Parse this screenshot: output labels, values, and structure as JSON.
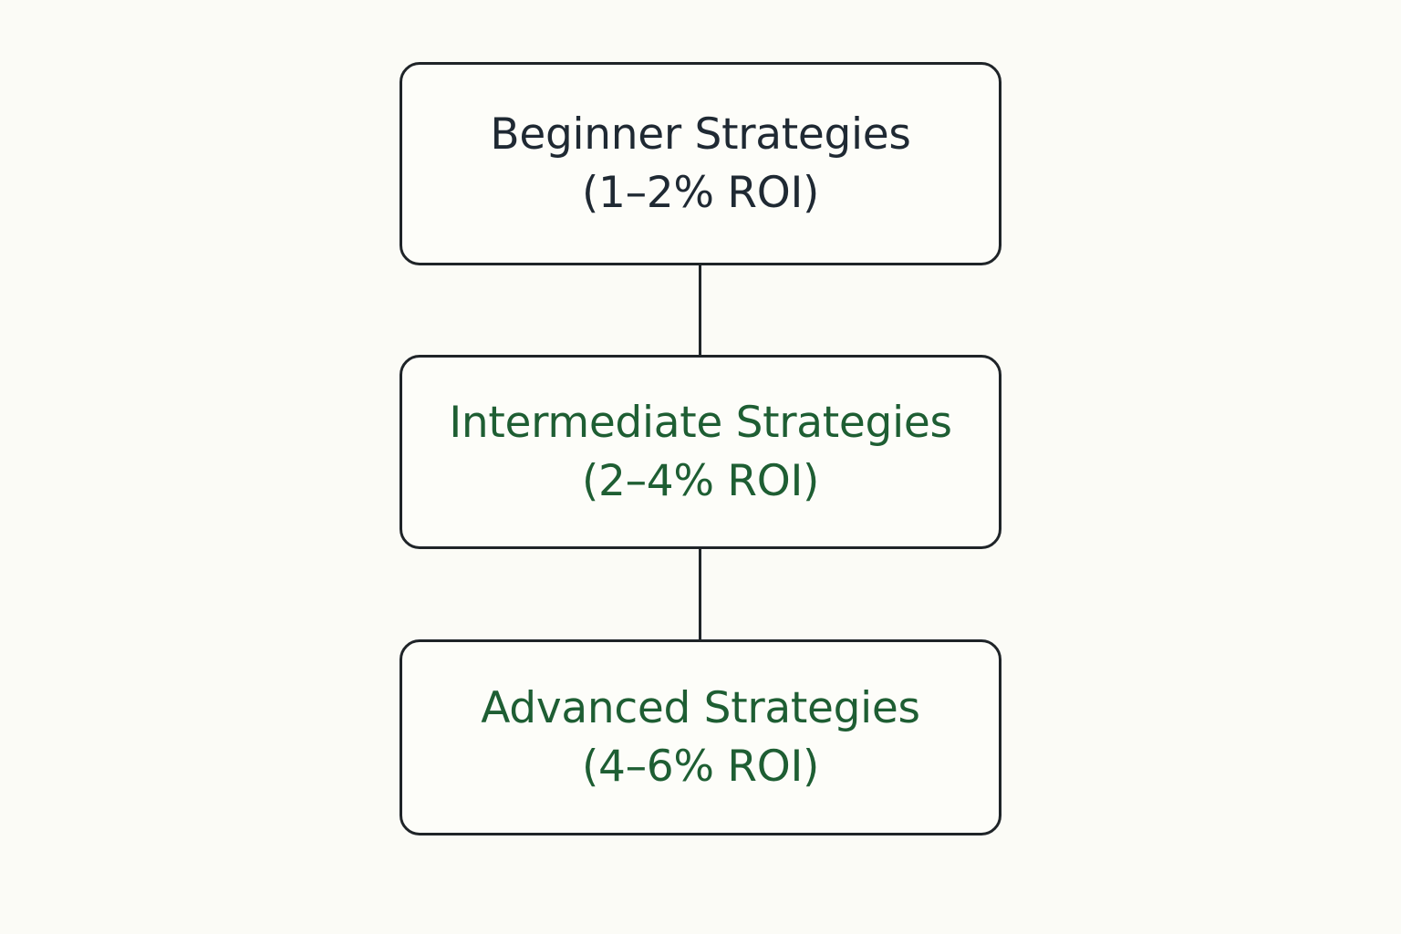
{
  "levels": [
    {
      "title": "Beginner Strategies",
      "subtitle": "(1–2% ROI)",
      "color": "#1f2933"
    },
    {
      "title": "Intermediate Strategies",
      "subtitle": "(2–4% ROI)",
      "color": "#1e5e33"
    },
    {
      "title": "Advanced Strategies",
      "subtitle": "(4–6% ROI)",
      "color": "#1e5e33"
    }
  ]
}
